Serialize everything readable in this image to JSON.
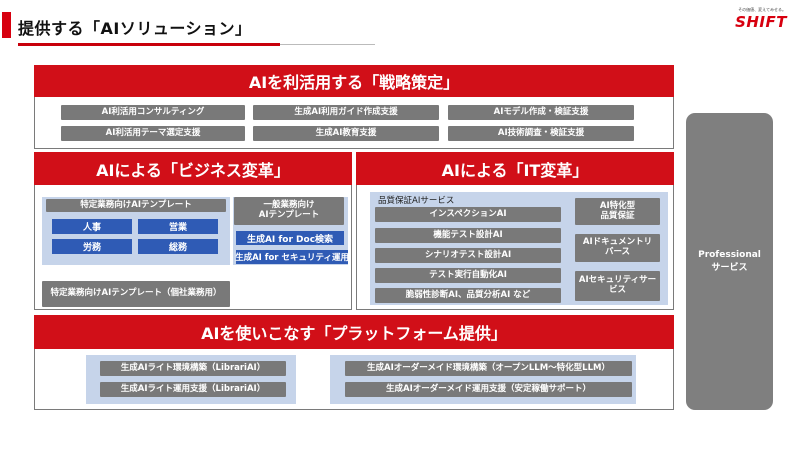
{
  "header": {
    "title": "提供する「AIソリューション」",
    "brand_tagline": "その価値、変えてみせる。",
    "brand_logo": "SHIFT"
  },
  "strategy": {
    "title": "AIを利活用する「戦略策定」",
    "items": [
      "AI利活用コンサルティング",
      "生成AI利用ガイド作成支援",
      "AIモデル作成・検証支援",
      "AI利活用テーマ選定支援",
      "生成AI教育支援",
      "AI技術調査・検証支援"
    ]
  },
  "business": {
    "title": "AIによる「ビジネス変革」",
    "specific_template_label": "特定業務向けAIテンプレート",
    "departments": [
      "人事",
      "営業",
      "労務",
      "総務"
    ],
    "general_template_label": "一般業務向け\nAIテンプレート",
    "general_items": [
      "生成AI for Doc検索",
      "生成AI for セキュリティ運用"
    ],
    "individual_template_label": "特定業務向けAIテンプレート（個社業務用）"
  },
  "it": {
    "title": "AIによる「IT変革」",
    "qa_service_label": "品質保証AIサービス",
    "qa_items": [
      "インスペクションAI",
      "機能テスト設計AI",
      "シナリオテスト設計AI",
      "テスト実行自動化AI",
      "脆弱性診断AI、品質分析AI など"
    ],
    "side_items": [
      "AI特化型\n品質保証",
      "AIドキュメントリ\nバース",
      "AIセキュリティサー\nビス"
    ]
  },
  "platform": {
    "title": "AIを使いこなす「プラットフォーム提供」",
    "left_items": [
      "生成AIライト環境構築（LibrariAI）",
      "生成AIライト運用支援（LibrariAI）"
    ],
    "right_items": [
      "生成AIオーダーメイド環境構築（オープンLLM～特化型LLM）",
      "生成AIオーダーメイド運用支援（安定稼働サポート）"
    ]
  },
  "professional": {
    "label": "Professional\nサービス"
  },
  "colors": {
    "accent_red": "#d10f18",
    "pill_gray": "#797979",
    "dept_blue": "#2f5bb5",
    "light_blue_bg": "#c6d4ea"
  }
}
